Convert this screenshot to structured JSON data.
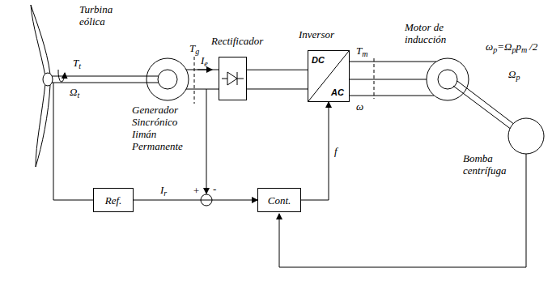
{
  "diagram": {
    "nodes": [
      {
        "text": [
          "Rectificador"
        ]
      },
      {
        "text": [
          "Inversor",
          "DC",
          "AC"
        ]
      },
      {
        "text": [
          "Ref."
        ]
      },
      {
        "text": [
          "Cont."
        ]
      }
    ],
    "edges": [
      {
        "from": 0,
        "to": 1,
        "arrow": "none"
      },
      {
        "from": 2,
        "to": 3,
        "arrow": "to"
      },
      {
        "from": 3,
        "to": 1,
        "arrow": "to",
        "label": "f"
      }
    ],
    "labels": [
      "Turbina eólica",
      "T",
      "t",
      "Ω",
      "t",
      "T",
      "g",
      "I",
      "e",
      "T",
      "m",
      "ω",
      "Motor de inducción",
      "ω",
      "p",
      "=Ω",
      "p",
      "p",
      "m",
      "/2",
      "Ω",
      "p",
      "Generador Sincrónico Iimán Permanente",
      "Bomba centrífuga",
      "I",
      "r",
      "+",
      "-"
    ]
  }
}
